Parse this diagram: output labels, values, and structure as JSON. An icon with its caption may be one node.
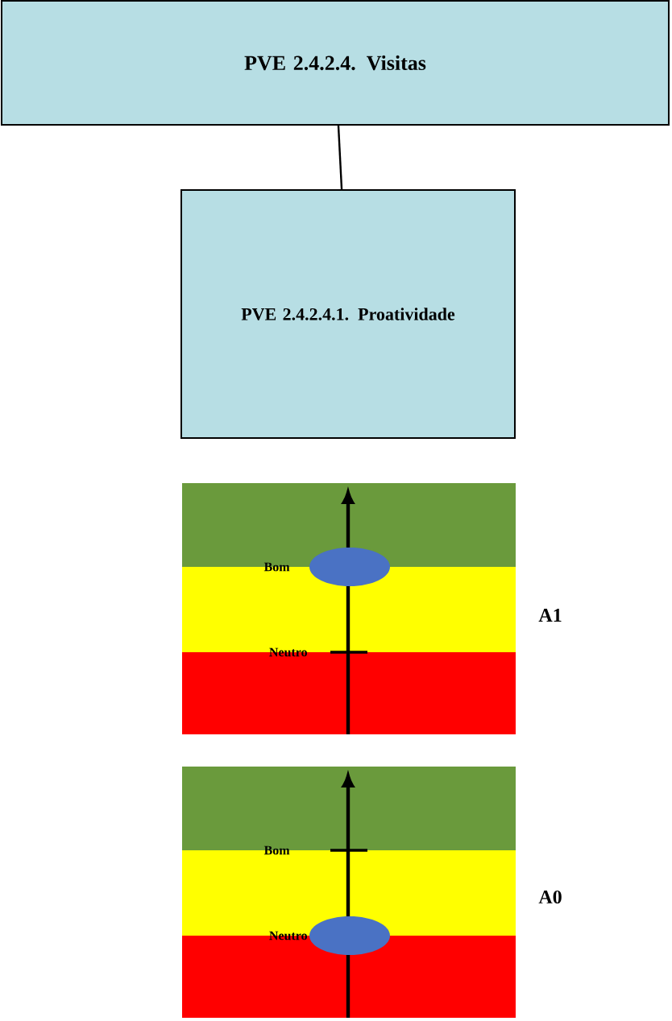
{
  "diagram": {
    "nodes": [
      {
        "text": [
          "PVE 2.4.2.4. Visitas"
        ]
      },
      {
        "text": [
          "PVE 2.4.2.4.1. Proatividade"
        ]
      }
    ],
    "edges": [
      {
        "from": 0,
        "to": 1,
        "arrow": "none"
      }
    ],
    "labels": [
      "Bom",
      "Neutro",
      "A1",
      "Bom",
      "Neutro",
      "A0"
    ]
  }
}
